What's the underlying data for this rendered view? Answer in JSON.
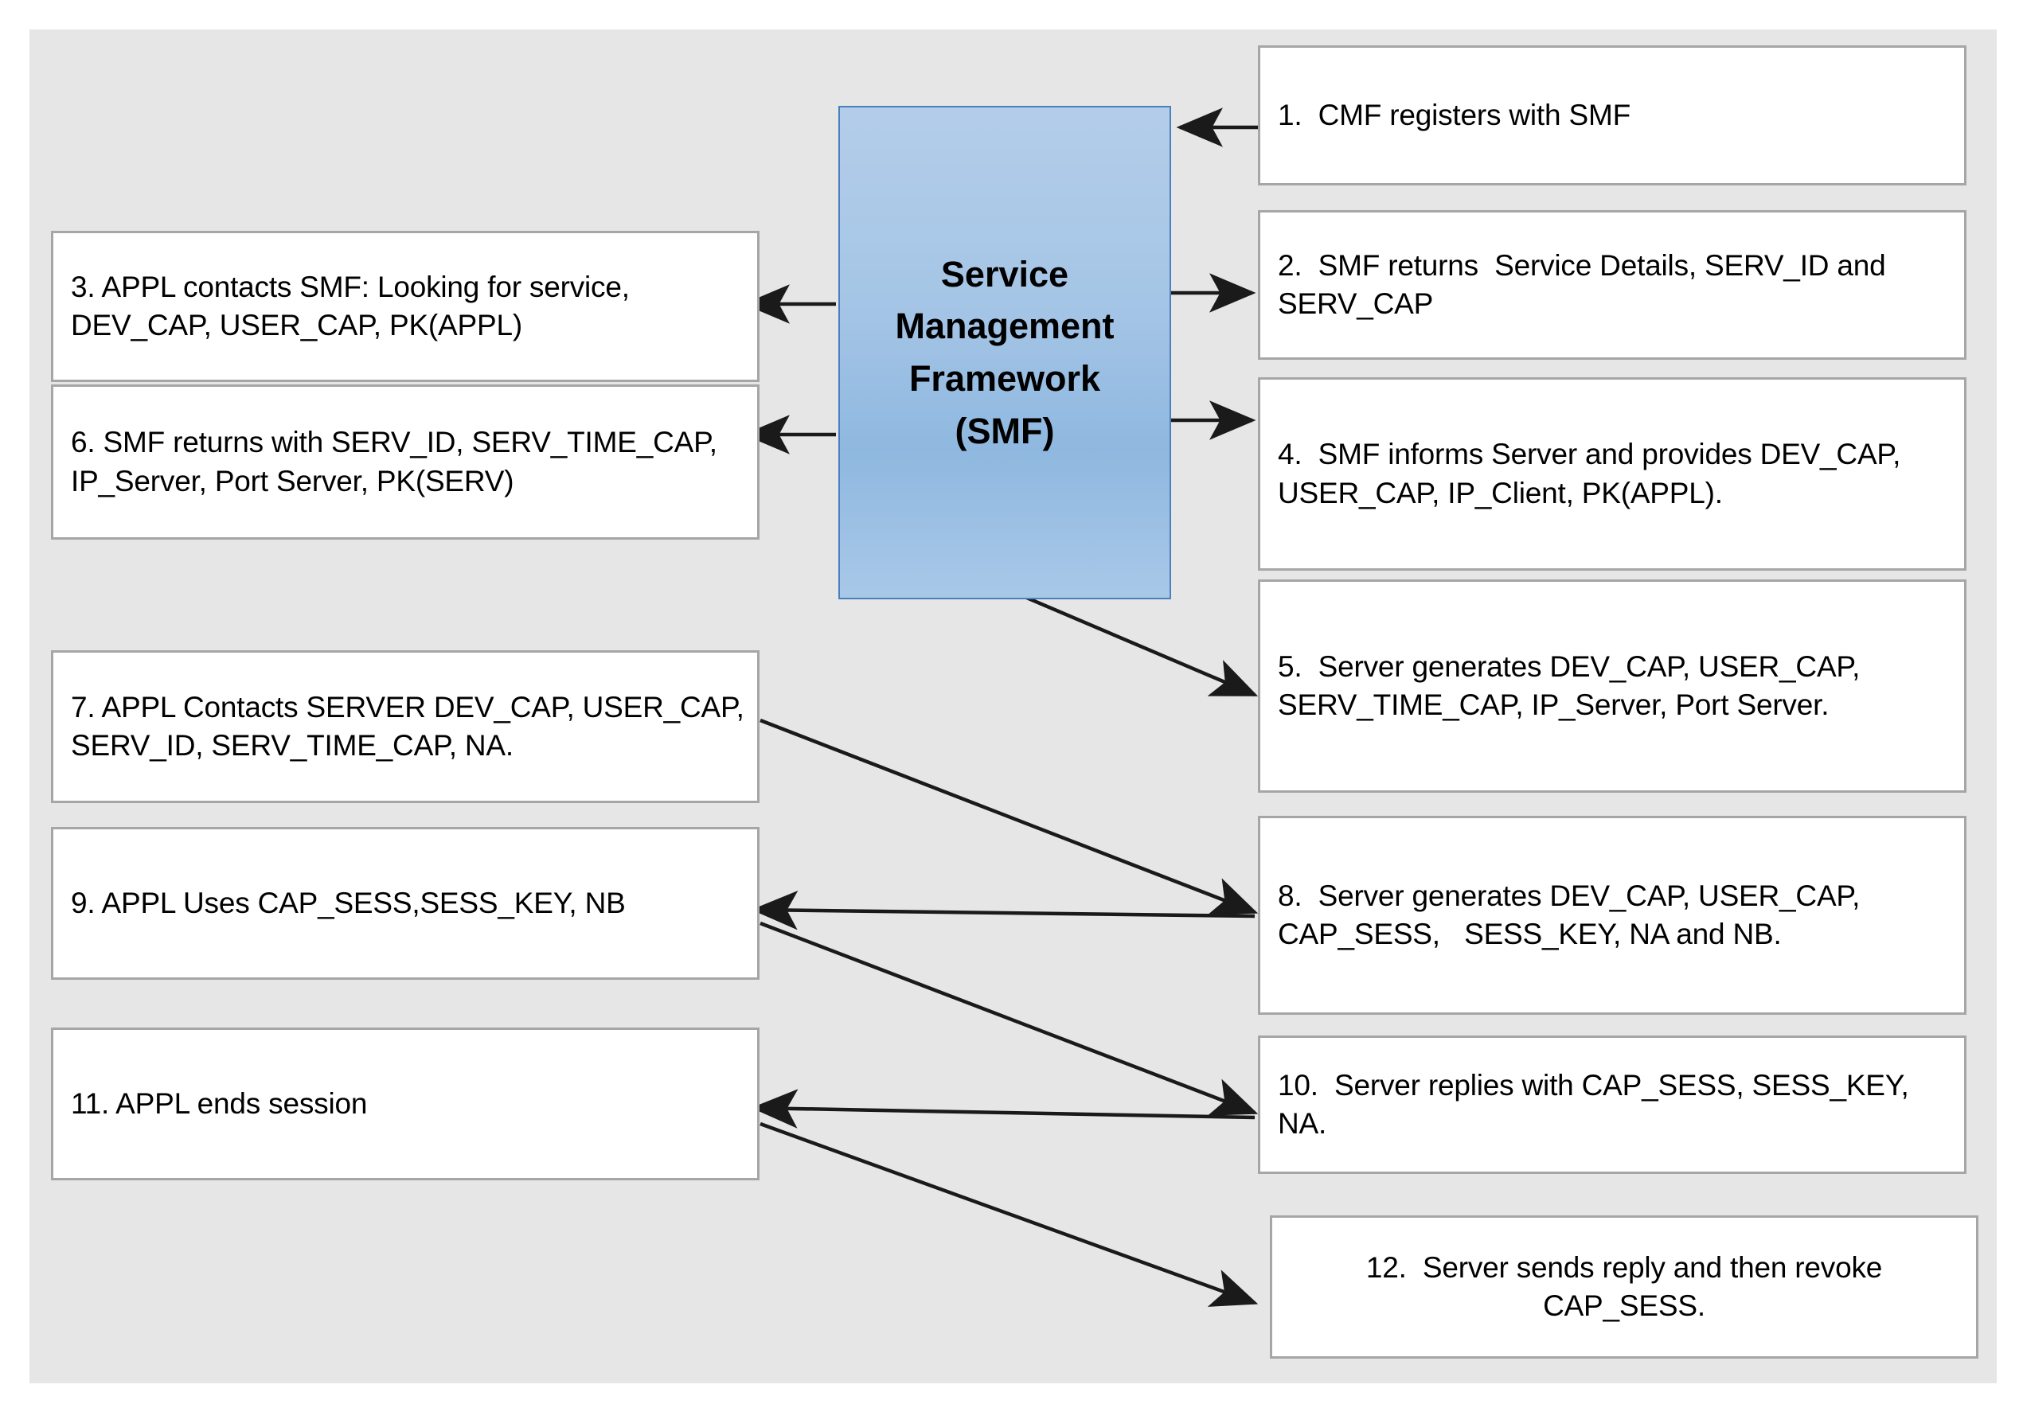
{
  "canvas": {
    "background_color": "#e6e6e6",
    "page_background": "#ffffff"
  },
  "center_node": {
    "name": "service-management-framework",
    "label": "Service\nManagement\nFramework\n(SMF)",
    "fill_color": "#a5c5e6",
    "border_color": "#4a80bd"
  },
  "boxes": {
    "left": [
      {
        "id": "step-3",
        "text": "3. APPL contacts SMF: Looking for service, DEV_CAP, USER_CAP, PK(APPL)",
        "align": "left"
      },
      {
        "id": "step-6",
        "text": "6. SMF returns with SERV_ID, SERV_TIME_CAP, IP_Server, Port Server, PK(SERV)",
        "align": "left"
      },
      {
        "id": "step-7",
        "text": "7. APPL Contacts SERVER DEV_CAP, USER_CAP, SERV_ID, SERV_TIME_CAP, NA.",
        "align": "left"
      },
      {
        "id": "step-9",
        "text": "9. APPL Uses CAP_SESS,SESS_KEY, NB",
        "align": "left"
      },
      {
        "id": "step-11",
        "text": "11. APPL ends session",
        "align": "left"
      }
    ],
    "right": [
      {
        "id": "step-1",
        "text": "1.  CMF registers with SMF",
        "align": "left"
      },
      {
        "id": "step-2",
        "text": "2.  SMF returns  Service Details, SERV_ID and SERV_CAP",
        "align": "left"
      },
      {
        "id": "step-4",
        "text": "4.  SMF informs Server and provides DEV_CAP, USER_CAP, IP_Client, PK(APPL).",
        "align": "left"
      },
      {
        "id": "step-5",
        "text": "5.  Server generates DEV_CAP, USER_CAP, SERV_TIME_CAP, IP_Server, Port Server.",
        "align": "left"
      },
      {
        "id": "step-8",
        "text": "8.  Server generates DEV_CAP, USER_CAP,  CAP_SESS,   SESS_KEY, NA and NB.",
        "align": "left"
      },
      {
        "id": "step-10",
        "text": "10.  Server replies with CAP_SESS, SESS_KEY, NA.",
        "align": "left"
      },
      {
        "id": "step-12",
        "text": "12.  Server sends reply and then revoke CAP_SESS.",
        "align": "center"
      }
    ]
  },
  "connectors": [
    {
      "id": "arrow-1-to-smf",
      "from": "step-1",
      "to": "service-management-framework",
      "direction": "left"
    },
    {
      "id": "arrow-smf-to-2",
      "from": "service-management-framework",
      "to": "step-2",
      "direction": "right"
    },
    {
      "id": "arrow-smf-to-4",
      "from": "service-management-framework",
      "to": "step-4",
      "direction": "right"
    },
    {
      "id": "arrow-smf-to-3",
      "from": "service-management-framework",
      "to": "step-3",
      "direction": "left"
    },
    {
      "id": "arrow-smf-to-6",
      "from": "service-management-framework",
      "to": "step-6",
      "direction": "left"
    },
    {
      "id": "arrow-smf-to-5",
      "from": "service-management-framework",
      "to": "step-5",
      "direction": "right-diagonal"
    },
    {
      "id": "arrow-7-to-8",
      "from": "step-7",
      "to": "step-8",
      "direction": "right-diagonal"
    },
    {
      "id": "arrow-8-to-9",
      "from": "step-8",
      "to": "step-9",
      "direction": "left"
    },
    {
      "id": "arrow-9-to-10",
      "from": "step-9",
      "to": "step-10",
      "direction": "right-diagonal"
    },
    {
      "id": "arrow-10-to-11",
      "from": "step-10",
      "to": "step-11",
      "direction": "left"
    },
    {
      "id": "arrow-11-to-12",
      "from": "step-11",
      "to": "step-12",
      "direction": "right-diagonal"
    }
  ]
}
